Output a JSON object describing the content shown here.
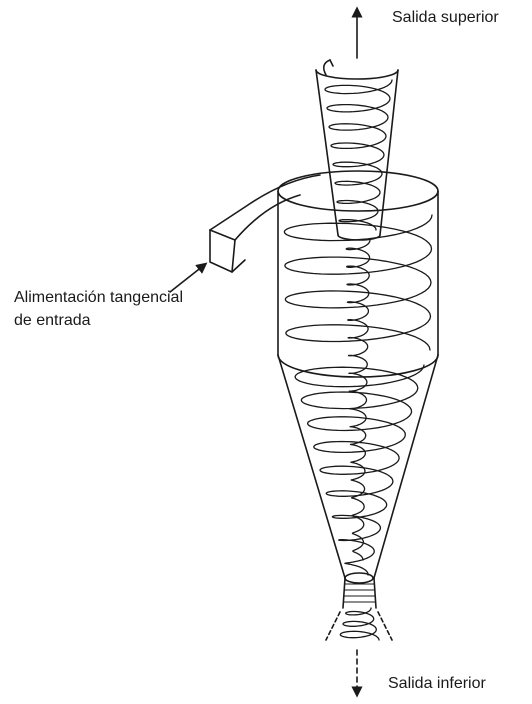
{
  "labels": {
    "top_outlet": "Salida superior",
    "feed_line1": "Alimentación tangencial",
    "feed_line2": "de entrada",
    "bottom_outlet": "Salida inferior"
  },
  "colors": {
    "line": "#1a1a1a",
    "background": "#ffffff"
  }
}
